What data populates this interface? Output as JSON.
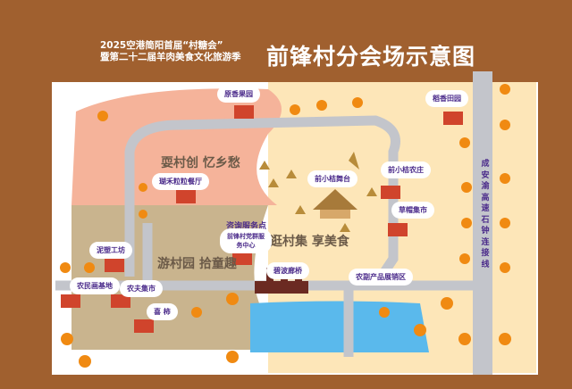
{
  "header": {
    "subtitle_line1": "2025空港简阳首届“村糖会”",
    "subtitle_line2": "暨第二十二届羊肉美食文化旅游季",
    "title": "前锋村分会场示意图"
  },
  "zones": {
    "north_west": "耍村创 忆乡愁",
    "south_west": "游村园 拾童趣",
    "east": "逛村集 享美食"
  },
  "places": {
    "orchard": "原香果园",
    "restaurant": "瑚禾粒粒餐厅",
    "stage": "前小桔舞台",
    "farm": "前小桔农庄",
    "straw_market": "草帽集市",
    "rice_field": "稻香田园",
    "info_point": "咨询服务点",
    "service_center": "前锋村党群服务中心",
    "clay": "泥塑工坊",
    "painting": "农民画基地",
    "farmer_market": "农夫集市",
    "persimmon": "喜 柿",
    "bridge": "碧波廊桥",
    "produce": "农副产品展销区"
  },
  "highway": "成安渝高速石钟连接线",
  "colors": {
    "frame": "#a0602f",
    "pink_zone": "#f5b39a",
    "tan_zone": "#c9b48e",
    "cream_zone": "#fde6b8",
    "road": "#c3c5cb",
    "lake": "#5ab9ec",
    "tree": "#f08a12",
    "label": "#4a2a8a"
  }
}
